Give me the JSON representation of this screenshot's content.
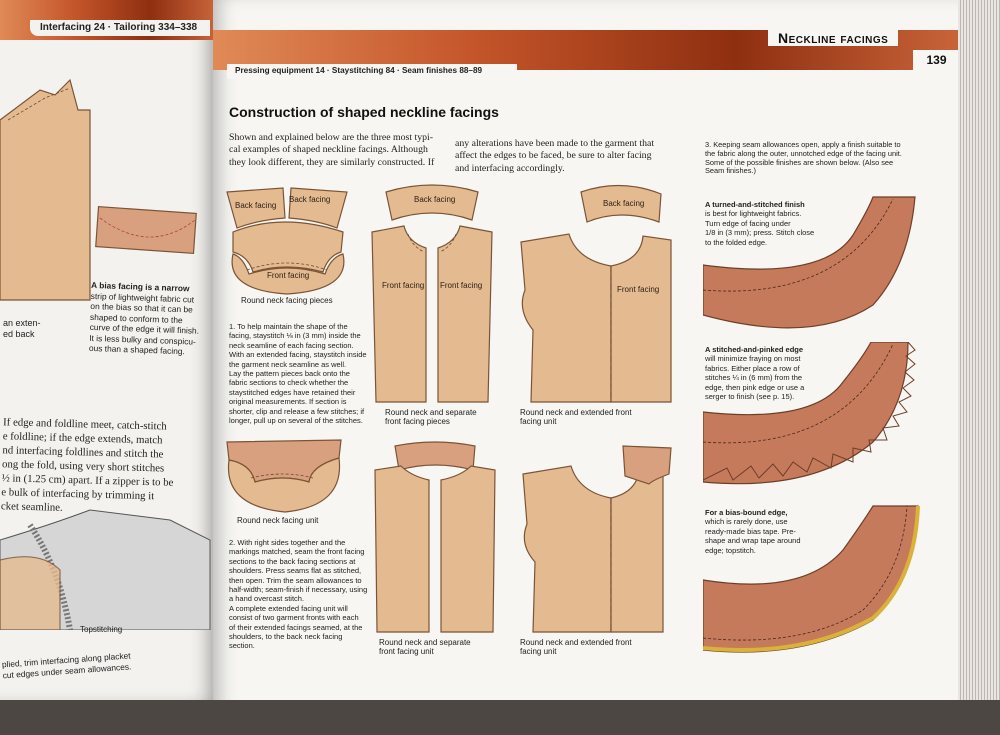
{
  "left_page": {
    "xref": "Interfacing 24 · Tailoring 334–338",
    "bias_text": [
      "A bias facing is a narrow",
      "strip of lightweight fabric cut",
      "on the bias so that it can be",
      "shaped to conform to the",
      "curve of the edge it will finish.",
      "It is less bulky and conspicu-",
      "ous than a shaped facing."
    ],
    "frag_text": [
      "an exten-",
      "ed back"
    ],
    "serif_lines": [
      "If edge and foldline meet, catch-stitch",
      "e foldline; if the edge extends, match",
      "nd interfacing foldlines and stitch the",
      "ong the fold, using very short stitches",
      "½ in (1.25 cm) apart. If a zipper is to be",
      "e bulk of interfacing by trimming it",
      "cket seamline."
    ],
    "topstitching": "Topstitching",
    "bottom_lines": [
      "plied, trim interfacing along placket",
      "cut edges under seam allowances."
    ]
  },
  "right_page": {
    "section_title": "Neckline facings",
    "page_number": "139",
    "xref": "Pressing equipment 14 · Staystitching 84 · Seam finishes 88–89",
    "heading": "Construction of shaped neckline facings",
    "intro_col1": [
      "Shown and explained below are the three most typi-",
      "cal examples of shaped neckline facings. Although",
      "they look different, they are similarly constructed. If"
    ],
    "intro_col2": [
      "any alterations have been made to the garment that",
      "affect the edges to be faced, be sure to alter facing",
      "and interfacing accordingly."
    ],
    "step3": [
      "3. Keeping seam allowances open, apply a finish suitable to",
      "the fabric along the outer, unnotched edge of the facing unit.",
      "Some of the possible finishes are shown below. (Also see",
      "Seam finishes.)"
    ],
    "step1": [
      "1. To help maintain the shape of the",
      "facing, staystitch ⅛ in (3 mm) inside the",
      "neck seamline of each facing section.",
      "With an extended facing, staystitch inside",
      "the garment neck seamline as well.",
      "Lay the pattern pieces back onto the",
      "fabric sections to check whether the",
      "staystitched edges have retained their",
      "original measurements. If section is",
      "shorter, clip and release a few stitches; if",
      "longer, pull up on several of the stitches."
    ],
    "step2": [
      "2. With right sides together and the",
      "markings matched, seam the front facing",
      "sections to the back facing sections at",
      "shoulders. Press seams flat as stitched,",
      "then open. Trim the seam allowances to",
      "half-width; seam-finish if necessary, using",
      "a hand overcast stitch.",
      "   A complete extended facing unit will",
      "consist of two garment fronts with each",
      "of their extended facings seamed, at the",
      "shoulders, to the back neck facing section."
    ],
    "labels": {
      "back_facing": "Back facing",
      "front_facing": "Front facing"
    },
    "captions": {
      "round_pieces": "Round neck facing pieces",
      "separate_pieces": [
        "Round neck and separate",
        "front facing pieces"
      ],
      "extended_unit_top": [
        "Round neck and extended front",
        "facing unit"
      ],
      "round_unit": "Round neck facing unit",
      "separate_unit": [
        "Round neck and separate",
        "front facing unit"
      ],
      "extended_unit_bottom": [
        "Round neck and extended front",
        "facing unit"
      ]
    },
    "finish1": [
      "A turned-and-stitched finish",
      "is best for lightweight fabrics.",
      "Turn edge of facing under",
      "1/8 in (3 mm); press. Stitch close",
      "to the folded edge."
    ],
    "finish2": [
      "A stitched-and-pinked edge",
      "will minimize fraying on most",
      "fabrics. Either place a row of",
      "stitches ¼ in (6 mm) from the",
      "edge, then pink edge or use a",
      "serger to finish (see p. 15)."
    ],
    "finish3": [
      "For a bias-bound edge,",
      "which is rarely done, use",
      "ready-made bias tape. Pre-",
      "shape and wrap tape around",
      "edge; topstitch."
    ]
  },
  "colors": {
    "banner_dark": "#8e2f10",
    "banner_light": "#e08a57",
    "fabric": "#e4bb90",
    "facing": "#c57a5b"
  }
}
